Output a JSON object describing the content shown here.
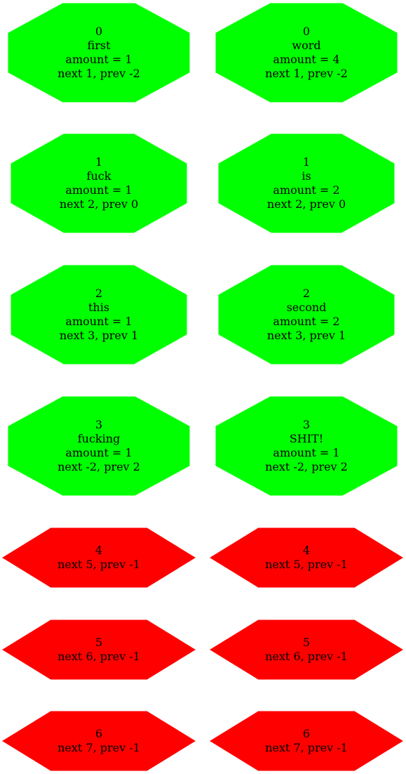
{
  "colors": {
    "used": "#00ff00",
    "free": "#ff0000",
    "text": "#000000",
    "background": "#ffffff"
  },
  "columns": [
    {
      "used_nodes": [
        {
          "lines": [
            "0",
            "first",
            "amount = 1",
            "next 1, prev -2"
          ]
        },
        {
          "lines": [
            "1",
            "fuck",
            "amount = 1",
            "next 2, prev 0"
          ]
        },
        {
          "lines": [
            "2",
            "this",
            "amount = 1",
            "next 3, prev 1"
          ]
        },
        {
          "lines": [
            "3",
            "fucking",
            "amount = 1",
            "next -2, prev 2"
          ]
        }
      ],
      "free_nodes": [
        {
          "lines": [
            "4",
            "next 5, prev -1"
          ]
        },
        {
          "lines": [
            "5",
            "next 6, prev -1"
          ]
        },
        {
          "lines": [
            "6",
            "next 7, prev -1"
          ]
        }
      ]
    },
    {
      "used_nodes": [
        {
          "lines": [
            "0",
            "word",
            "amount = 4",
            "next 1, prev -2"
          ]
        },
        {
          "lines": [
            "1",
            "is",
            "amount = 2",
            "next 2, prev 0"
          ]
        },
        {
          "lines": [
            "2",
            "second",
            "amount = 2",
            "next 3, prev 1"
          ]
        },
        {
          "lines": [
            "3",
            "SHIT!",
            "amount = 1",
            "next -2, prev 2"
          ]
        }
      ],
      "free_nodes": [
        {
          "lines": [
            "4",
            "next 5, prev -1"
          ]
        },
        {
          "lines": [
            "5",
            "next 6, prev -1"
          ]
        },
        {
          "lines": [
            "6",
            "next 7, prev -1"
          ]
        }
      ]
    }
  ]
}
